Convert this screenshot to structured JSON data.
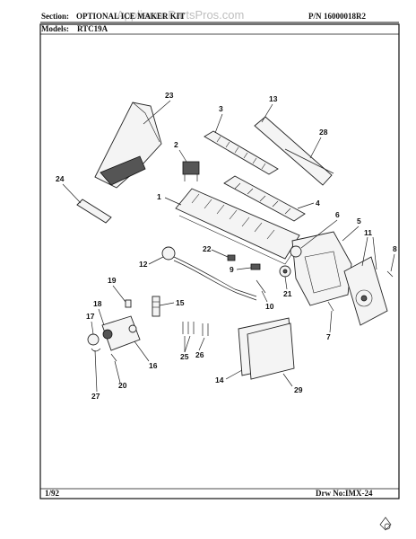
{
  "header": {
    "section_label": "Section:",
    "section_value": "OPTIONAL ICE MAKER KIT",
    "pn_label": "P/N",
    "pn_value": "16000018R2",
    "models_label": "Models:",
    "models_value": "RTC19A"
  },
  "watermark": "AppliancePartsPros.com",
  "footer": {
    "date": "1/92",
    "drw_label": "Drw No:",
    "drw_value": "IMX-24"
  },
  "callouts": [
    "23",
    "13",
    "3",
    "28",
    "2",
    "24",
    "1",
    "4",
    "6",
    "5",
    "11",
    "8",
    "22",
    "12",
    "9",
    "19",
    "15",
    "21",
    "17",
    "18",
    "10",
    "7",
    "16",
    "25",
    "26",
    "14",
    "29",
    "27",
    "20"
  ]
}
